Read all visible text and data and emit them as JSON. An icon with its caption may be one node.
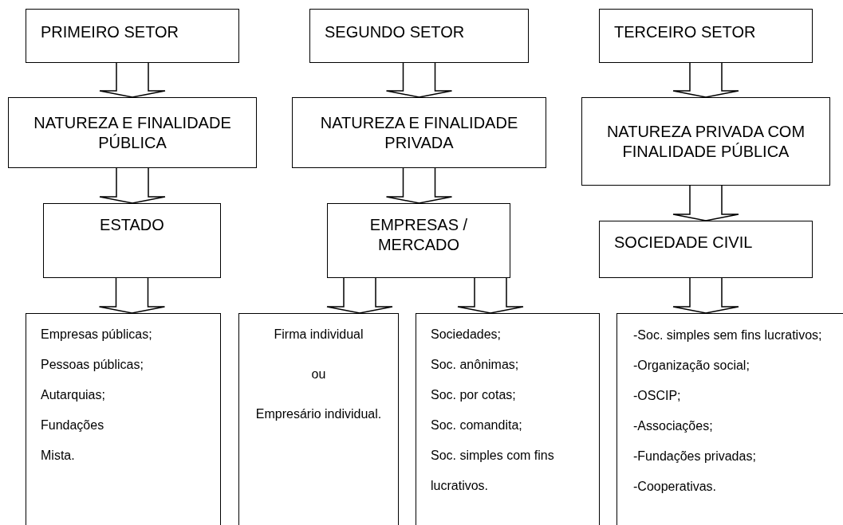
{
  "diagram": {
    "nodes": [
      {
        "text": [
          "PRIMEIRO SETOR"
        ]
      },
      {
        "text": [
          "NATUREZA E FINALIDADE PÚBLICA"
        ]
      },
      {
        "text": [
          "ESTADO"
        ]
      },
      {
        "text": [
          "Empresas públicas;",
          "Pessoas públicas;",
          "Autarquias;",
          "Fundações",
          "Mista."
        ]
      },
      {
        "text": [
          "SEGUNDO SETOR"
        ]
      },
      {
        "text": [
          "NATUREZA E FINALIDADE PRIVADA"
        ]
      },
      {
        "text": [
          "EMPRESAS / MERCADO"
        ]
      },
      {
        "text": [
          "Firma individual",
          "ou",
          "Empresário individual."
        ]
      },
      {
        "text": [
          "Sociedades;",
          "Soc. anônimas;",
          "Soc. por cotas;",
          "Soc. comandita;",
          "Soc. simples com fins lucrativos."
        ]
      },
      {
        "text": [
          "TERCEIRO SETOR"
        ]
      },
      {
        "text": [
          "NATUREZA PRIVADA COM FINALIDADE PÚBLICA"
        ]
      },
      {
        "text": [
          "SOCIEDADE CIVIL"
        ]
      },
      {
        "text": [
          "-Soc. simples sem fins lucrativos;",
          "-Organização social;",
          "-OSCIP;",
          "-Associações;",
          "-Fundações privadas;",
          "-Cooperativas."
        ]
      }
    ],
    "edges": [
      {
        "from": 0,
        "to": 1,
        "arrow": "to"
      },
      {
        "from": 1,
        "to": 2,
        "arrow": "to"
      },
      {
        "from": 2,
        "to": 3,
        "arrow": "to"
      },
      {
        "from": 4,
        "to": 5,
        "arrow": "to"
      },
      {
        "from": 5,
        "to": 6,
        "arrow": "to"
      },
      {
        "from": 6,
        "to": 7,
        "arrow": "to"
      },
      {
        "from": 6,
        "to": 8,
        "arrow": "to"
      },
      {
        "from": 9,
        "to": 10,
        "arrow": "to"
      },
      {
        "from": 10,
        "to": 11,
        "arrow": "to"
      },
      {
        "from": 11,
        "to": 12,
        "arrow": "to"
      }
    ]
  }
}
